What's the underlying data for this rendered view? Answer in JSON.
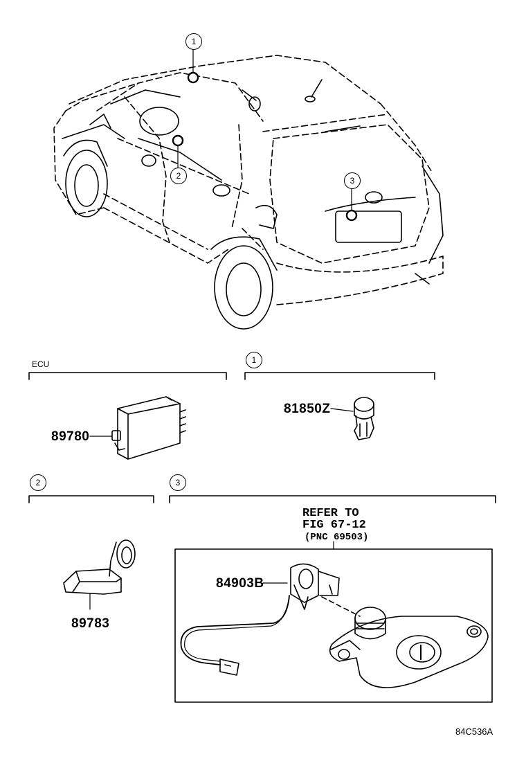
{
  "callouts": {
    "c1": "1",
    "c2": "2",
    "c3": "3",
    "sec1": "1",
    "sec2": "2",
    "sec3": "3"
  },
  "sections": {
    "ecu_label": "ECU"
  },
  "parts": {
    "p89780": "89780",
    "p81850Z": "81850Z",
    "p89783": "89783",
    "p84903B": "84903B"
  },
  "refer": {
    "line1": "REFER TO",
    "line2": "FIG 67-12",
    "line3": "(PNC 69503)"
  },
  "figure_code": "84C536A"
}
